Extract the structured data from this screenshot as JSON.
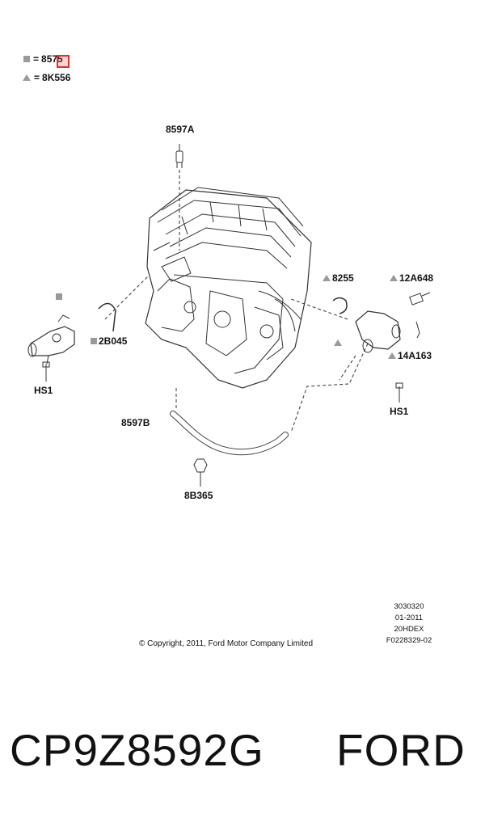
{
  "legend": {
    "square_value": "8575",
    "triangle_value": "8K556",
    "equals": "="
  },
  "callouts": {
    "c8597A": "8597A",
    "c8255": "8255",
    "c12A648": "12A648",
    "c2B045": "2B045",
    "c14A163": "14A163",
    "hs1_left": "HS1",
    "hs1_right": "HS1",
    "c8597B": "8597B",
    "c8B365": "8B365"
  },
  "footer": {
    "meta": [
      "3030320",
      "01-2011",
      "20HDEX",
      "F0228329-02"
    ],
    "copyright": "© Copyright, 2011, Ford Motor Company Limited"
  },
  "product": {
    "part_number": "CP9Z8592G",
    "brand": "FORD"
  },
  "colors": {
    "marker_grey": "#9a9a9a",
    "highlight": "#e03030"
  }
}
